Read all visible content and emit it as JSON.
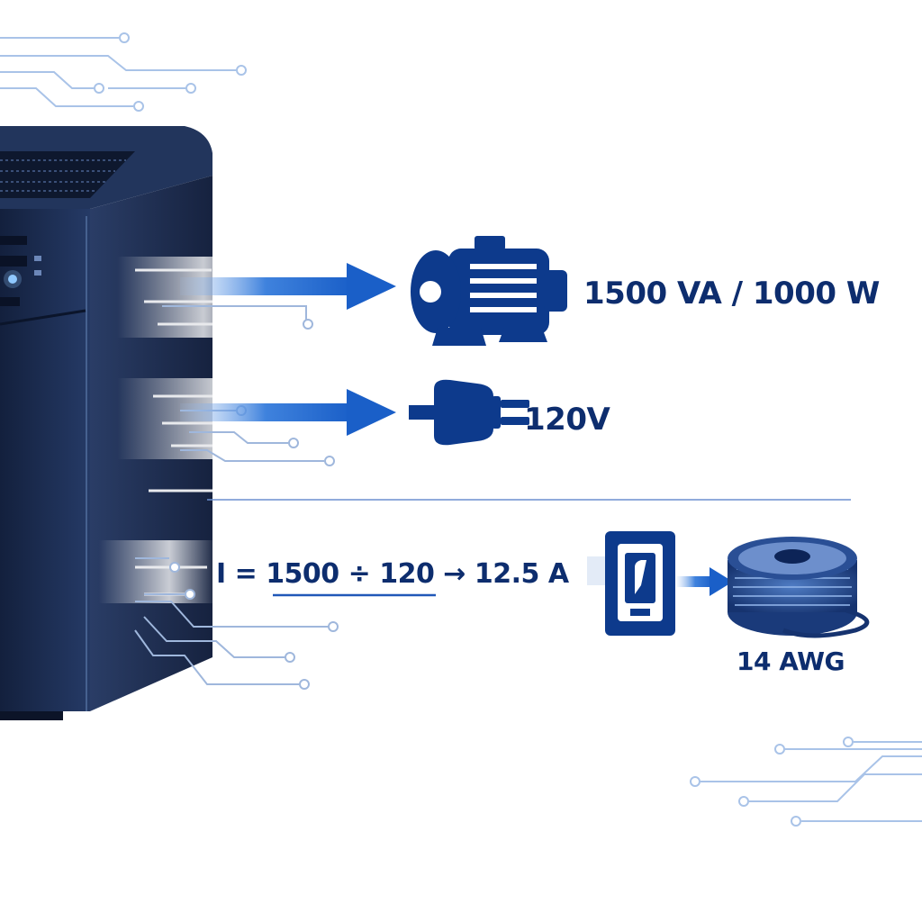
{
  "labels": {
    "power_rating": "1500 VA / 1000 W",
    "voltage": "120V",
    "current_formula": "I = 1500 ÷ 120 → 12.5 A",
    "wire_gauge": "14 AWG"
  },
  "icons": [
    "ups-unit",
    "motor-icon",
    "plug-icon",
    "circuit-breaker-icon",
    "wire-spool-icon",
    "circuit-trace-decoration"
  ],
  "colors": {
    "primary": "#0d3a8c",
    "accent": "#1f63c9",
    "text": "#0d2d6e",
    "ups_body": "#1c2b4a"
  }
}
